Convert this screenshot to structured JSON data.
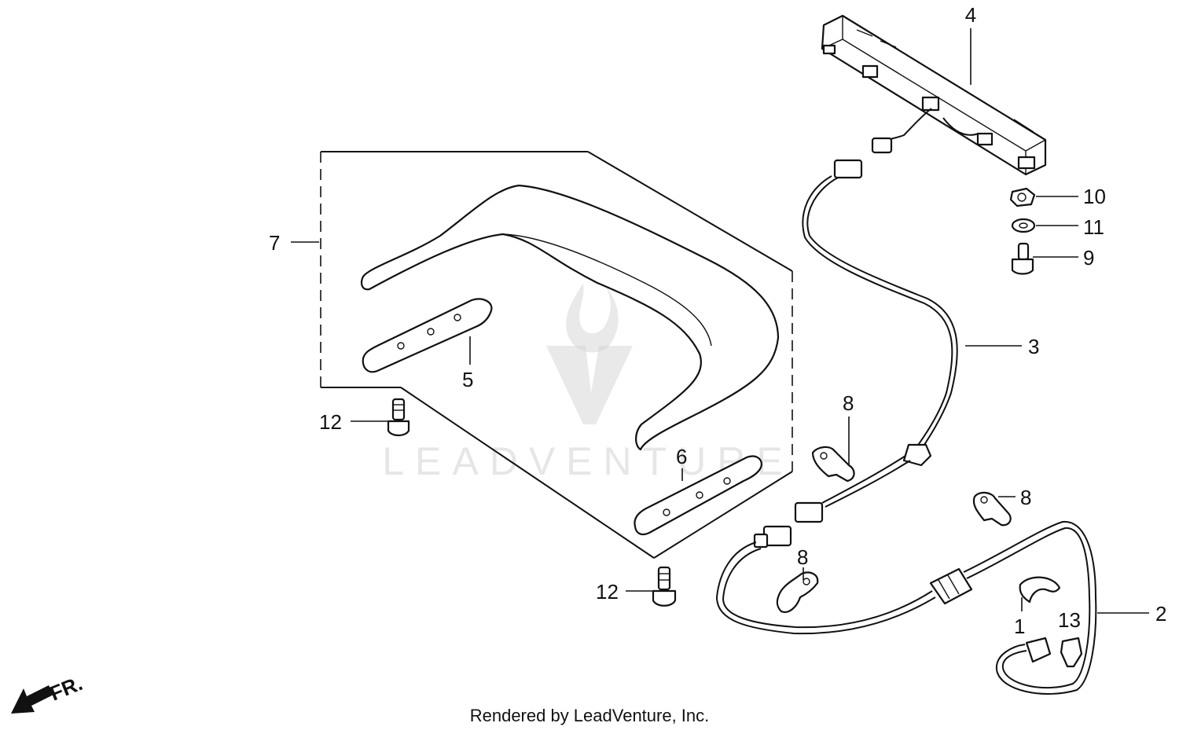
{
  "callouts": {
    "c1": "1",
    "c2": "2",
    "c3": "3",
    "c4": "4",
    "c5": "5",
    "c6": "6",
    "c7": "7",
    "c8a": "8",
    "c8b": "8",
    "c8c": "8",
    "c9": "9",
    "c10": "10",
    "c11": "11",
    "c12a": "12",
    "c12b": "12",
    "c13": "13"
  },
  "direction_label": "FR.",
  "watermark": {
    "text": "LEADVENTURE"
  },
  "footer": "Rendered by LeadVenture, Inc."
}
